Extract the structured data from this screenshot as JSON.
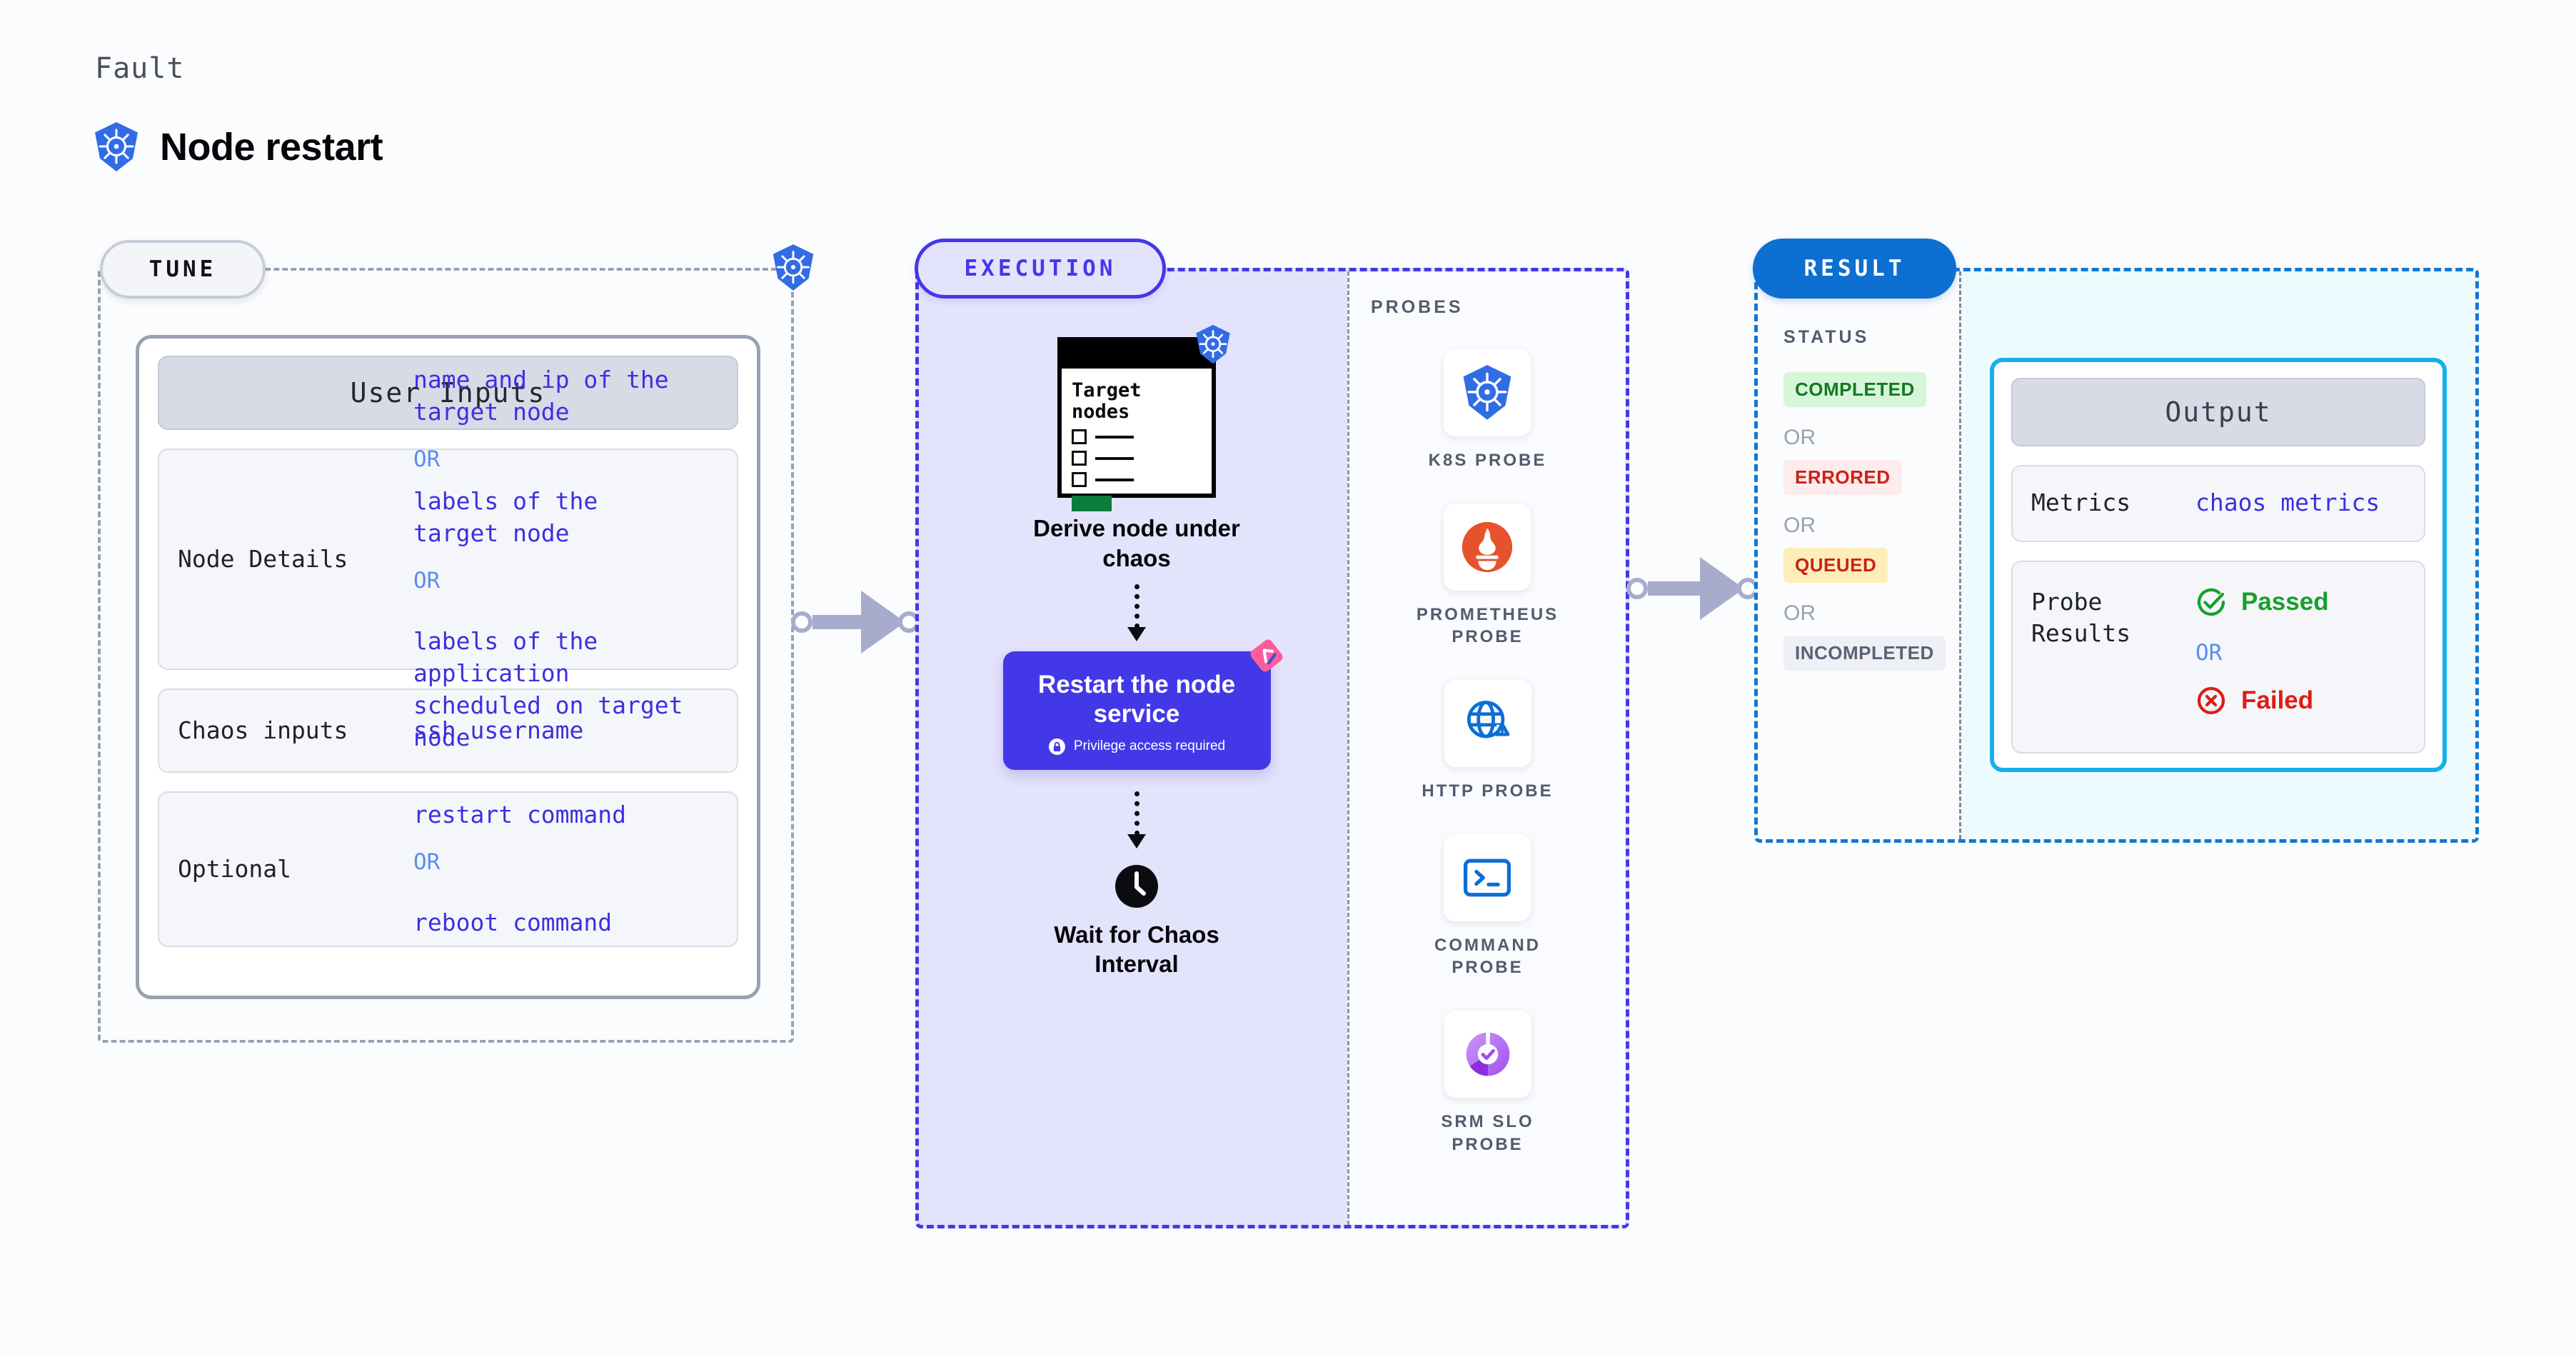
{
  "header": {
    "eyebrow": "Fault",
    "title": "Node restart",
    "logo_icon": "kubernetes-icon"
  },
  "tune": {
    "badge": "TUNE",
    "corner_icon": "kubernetes-icon",
    "card_title": "User Inputs",
    "rows": [
      {
        "key": "Node Details",
        "values": [
          {
            "text": "name and ip of the\ntarget node",
            "type": "value"
          },
          {
            "text": "OR",
            "type": "or"
          },
          {
            "text": "labels of the\ntarget node",
            "type": "value"
          },
          {
            "text": "OR",
            "type": "or"
          },
          {
            "text": "labels of the application\n scheduled on target node",
            "type": "value"
          }
        ]
      },
      {
        "key": "Chaos inputs",
        "values": [
          {
            "text": "ssh username",
            "type": "value"
          }
        ]
      },
      {
        "key": "Optional",
        "values": [
          {
            "text": "restart command",
            "type": "value"
          },
          {
            "text": "OR",
            "type": "or"
          },
          {
            "text": "reboot command",
            "type": "value"
          }
        ]
      }
    ]
  },
  "execution": {
    "badge": "EXECUTION",
    "node_card": {
      "title": "Target\nnodes",
      "k8s_icon": "kubernetes-icon",
      "checkbox_rows": 3
    },
    "steps": [
      {
        "label": "Derive node under\nchaos",
        "kind": "text"
      },
      {
        "label": "Restart the node\nservice",
        "kind": "action",
        "privilege_note": "Privilege access required",
        "privilege_icon": "lock-icon",
        "corner_icon": "pink-corner-badge"
      },
      {
        "label": "Wait for Chaos\nInterval",
        "kind": "clock",
        "icon": "clock-icon"
      }
    ],
    "probes": {
      "title": "PROBES",
      "items": [
        {
          "label": "K8S PROBE",
          "icon": "kubernetes-icon"
        },
        {
          "label": "PROMETHEUS\nPROBE",
          "icon": "prometheus-icon"
        },
        {
          "label": "HTTP PROBE",
          "icon": "http-globe-warning-icon"
        },
        {
          "label": "COMMAND\nPROBE",
          "icon": "terminal-icon"
        },
        {
          "label": "SRM SLO\nPROBE",
          "icon": "srm-slo-donut-icon"
        }
      ]
    }
  },
  "result": {
    "badge": "RESULT",
    "status": {
      "title": "STATUS",
      "or_label": "OR",
      "items": [
        {
          "label": "COMPLETED",
          "bg": "#d7f5d8",
          "fg": "#127a1f"
        },
        {
          "label": "ERRORED",
          "bg": "#fdeceb",
          "fg": "#cb2018"
        },
        {
          "label": "QUEUED",
          "bg": "#fdeeb9",
          "fg": "#cb2018"
        },
        {
          "label": "INCOMPLETED",
          "bg": "#eef0f5",
          "fg": "#5b6175"
        }
      ]
    },
    "output": {
      "card_title": "Output",
      "rows": [
        {
          "key": "Metrics",
          "value": "chaos metrics"
        },
        {
          "key": "Probe\nResults",
          "passed": "Passed",
          "or_label": "OR",
          "failed": "Failed",
          "passed_icon": "check-circle-icon",
          "failed_icon": "x-circle-icon"
        }
      ]
    }
  },
  "colors": {
    "indigo": "#4338e8",
    "blue": "#0d6fd1",
    "cyan": "#15b0e8",
    "k8s_blue": "#326ce5",
    "green": "#127a1f",
    "red": "#cb2018"
  }
}
